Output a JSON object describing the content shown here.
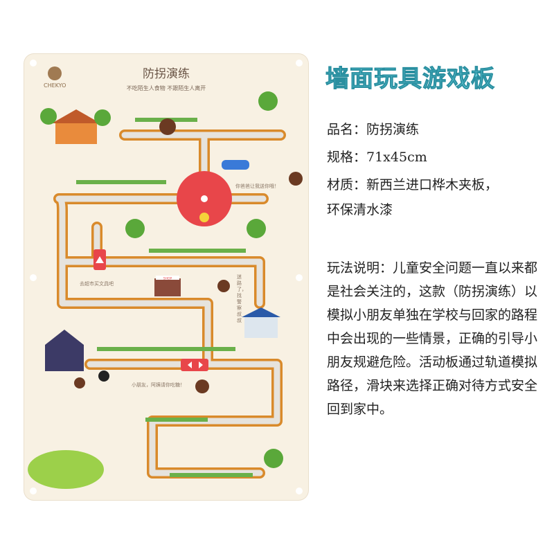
{
  "board": {
    "brand": "CHEKYO",
    "title": "防拐演练",
    "subtitle": "不吃陌生人食物 不跟陌生人离开",
    "notes": [
      "你爸爸让我送你哦！",
      "去超市买文具吧",
      "迷路了，找警察叔叔",
      "小朋友，阿姨请你吃糖！"
    ],
    "shop_sign": "SHOP",
    "colors": {
      "track": "#d98a2b",
      "track_inner": "#e6e3dd",
      "disc": "#e8464a",
      "board": "#f8f1e3"
    }
  },
  "product": {
    "heading": "墙面玩具游戏板",
    "name": "品名：防拐演练",
    "size": "规格：71x45cm",
    "material": "材质：新西兰进口桦木夹板，",
    "material2": "环保清水漆",
    "description": "玩法说明：儿童安全问题一直以来都是社会关注的，这款（防拐演练）以模拟小朋友单独在学校与回家的路程中会出现的一些情景，正确的引导小朋友规避危险。活动板通过轨道模拟路径，滑块来选择正确对待方式安全回到家中。"
  }
}
